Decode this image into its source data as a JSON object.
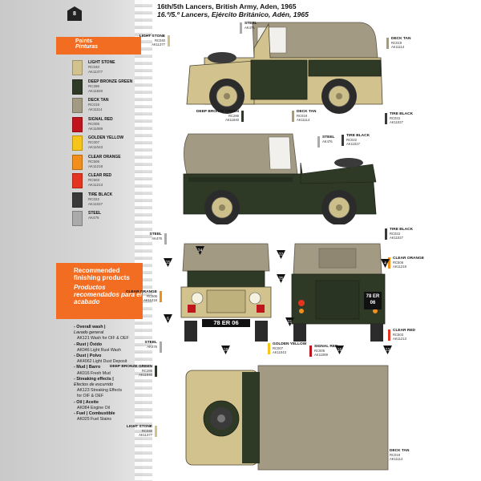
{
  "page": {
    "tag": "8",
    "title_en": "16th/5th Lancers, British Army, Aden, 1965",
    "title_es": "16.º/5.º Lancers, Ejército Británico, Adén, 1965"
  },
  "paints_header": {
    "title": "Paints",
    "subtitle": "Pinturas"
  },
  "swatches": [
    {
      "name": "LIGHT STONE",
      "codes": "RC040\nAK11377",
      "color": "#d2c38e"
    },
    {
      "name": "DEEP BRONZE GREEN",
      "codes": "RC286\nAK11840",
      "color": "#2f3a26"
    },
    {
      "name": "DECK TAN",
      "codes": "RC019\nAK11114",
      "color": "#a39a83"
    },
    {
      "name": "SIGNAL RED",
      "codes": "RC005\nAK11089",
      "color": "#c0151c"
    },
    {
      "name": "GOLDEN YELLOW",
      "codes": "RC007\nAK11043",
      "color": "#f7c51a"
    },
    {
      "name": "CLEAR ORANGE",
      "codes": "RC506\nAK11218",
      "color": "#f28f1c"
    },
    {
      "name": "CLEAR RED",
      "codes": "RC503\nAK11213",
      "color": "#e5341f"
    },
    {
      "name": "TIRE BLACK",
      "codes": "RC022\nAK11027",
      "color": "#3a3a3a"
    },
    {
      "name": "STEEL",
      "codes": "AK476",
      "color": "#a9aaa9"
    }
  ],
  "finishing": {
    "title": "Recommended finishing products",
    "subtitle": "Productos recomendados para el acabado",
    "groups": [
      {
        "cat": "- Overall wash |",
        "cat_es": "Lavado general",
        "items": [
          "AK121 Wash for OIF & OEF"
        ]
      },
      {
        "cat": "- Rust | Óxido",
        "cat_es": "",
        "items": [
          "AK046 Light Rust Wash"
        ]
      },
      {
        "cat": "- Dust | Polvo",
        "cat_es": "",
        "items": [
          "AK4062 Light Dust Deposit"
        ]
      },
      {
        "cat": "- Mud | Barro",
        "cat_es": "",
        "items": [
          "AK016 Fresh Mud"
        ]
      },
      {
        "cat": "- Streaking effects |",
        "cat_es": "Efectos de escurrido",
        "items": [
          "AK123 Streaking Effects",
          "for OIF & OEF"
        ]
      },
      {
        "cat": "- Oil | Aceite",
        "cat_es": "",
        "items": [
          "AK084 Engine Oil"
        ]
      },
      {
        "cat": "- Fuel | Combustible",
        "cat_es": "",
        "items": [
          "AK025 Fuel Stains"
        ]
      }
    ]
  },
  "vehicle": {
    "plate_front": "78 ER 06",
    "plate_rear_top": "78 ER",
    "plate_rear_bottom": "06"
  },
  "callouts": {
    "steel_1": {
      "n": "STEEL",
      "c": "AK476"
    },
    "light_stone_1": {
      "n": "LIGHT STONE",
      "c": "RC040\nAK11377"
    },
    "deck_tan_1": {
      "n": "DECK TAN",
      "c": "RC019\nAK11114"
    },
    "deep_bronze_1": {
      "n": "DEEP BRONZE GREEN",
      "c": "RC286\nAK11840"
    },
    "deck_tan_2": {
      "n": "DECK TAN",
      "c": "RC019\nAK11114"
    },
    "tire_black_1": {
      "n": "TIRE BLACK",
      "c": "RC022\nAK11027"
    },
    "steel_2": {
      "n": "STEEL",
      "c": "AK476"
    },
    "tire_black_2": {
      "n": "TIRE BLACK",
      "c": "RC022\nAK11027"
    },
    "tire_black_3": {
      "n": "TIRE BLACK",
      "c": "RC022\nAK11027"
    },
    "steel_3": {
      "n": "STEEL",
      "c": "AK476"
    },
    "clear_orange_1": {
      "n": "CLEAR ORANGE",
      "c": "RC506\nAK11218"
    },
    "clear_orange_2": {
      "n": "CLEAR ORANGE",
      "c": "RC506\nAK11218"
    },
    "clear_red_1": {
      "n": "CLEAR RED",
      "c": "RC503\nAK11213"
    },
    "steel_4": {
      "n": "STEEL",
      "c": "AK476"
    },
    "golden_yellow_1": {
      "n": "GOLDEN YELLOW",
      "c": "RC007\nAK11043"
    },
    "signal_red_1": {
      "n": "SIGNAL RED",
      "c": "RC005\nAK11089"
    },
    "deep_bronze_2": {
      "n": "DEEP BRONZE GREEN",
      "c": "RC286\nAK11840"
    },
    "light_stone_2": {
      "n": "LIGHT STONE",
      "c": "RC040\nAK11377"
    },
    "deck_tan_3": {
      "n": "DECK TAN",
      "c": "RC019\nAK11114"
    }
  },
  "markers": [
    "15",
    "24",
    "22",
    "25",
    "21",
    "18",
    "6",
    "4",
    "16",
    "13"
  ]
}
